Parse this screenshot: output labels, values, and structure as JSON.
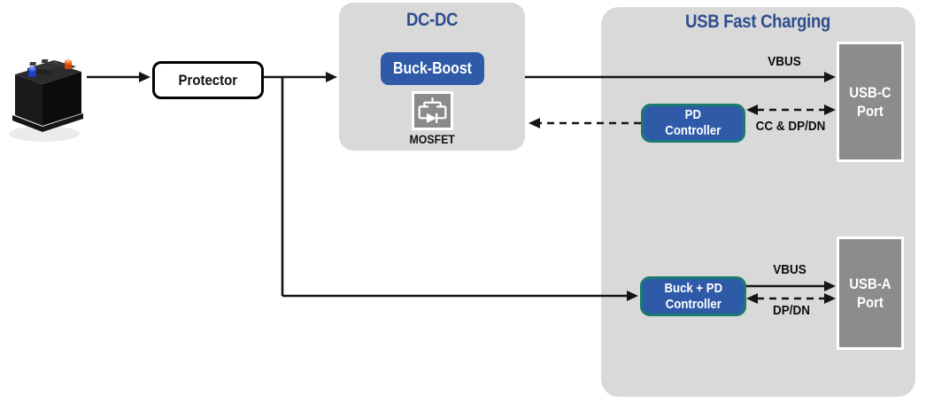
{
  "colors": {
    "group_bg": "#d9d9d9",
    "box_blue": "#2e5aa7",
    "title_blue": "#2d4d8e",
    "teal_border": "#1b7a71",
    "port_gray": "#8c8c8c",
    "wire_black": "#141414"
  },
  "protector": {
    "label": "Protector"
  },
  "dcdc": {
    "title": "DC-DC",
    "buck_boost": "Buck-Boost",
    "mosfet": "MOSFET"
  },
  "usb": {
    "title": "USB Fast Charging",
    "pd_controller": {
      "line1": "PD",
      "line2": "Controller"
    },
    "buck_pd_controller": {
      "line1": "Buck + PD",
      "line2": "Controller"
    },
    "usbc_port": {
      "line1": "USB-C",
      "line2": "Port"
    },
    "usba_port": {
      "line1": "USB-A",
      "line2": "Port"
    },
    "wire_labels": {
      "vbus_top": "VBUS",
      "cc_dpdn": "CC & DP/DN",
      "vbus_bottom": "VBUS",
      "dpdn": "DP/DN"
    }
  }
}
